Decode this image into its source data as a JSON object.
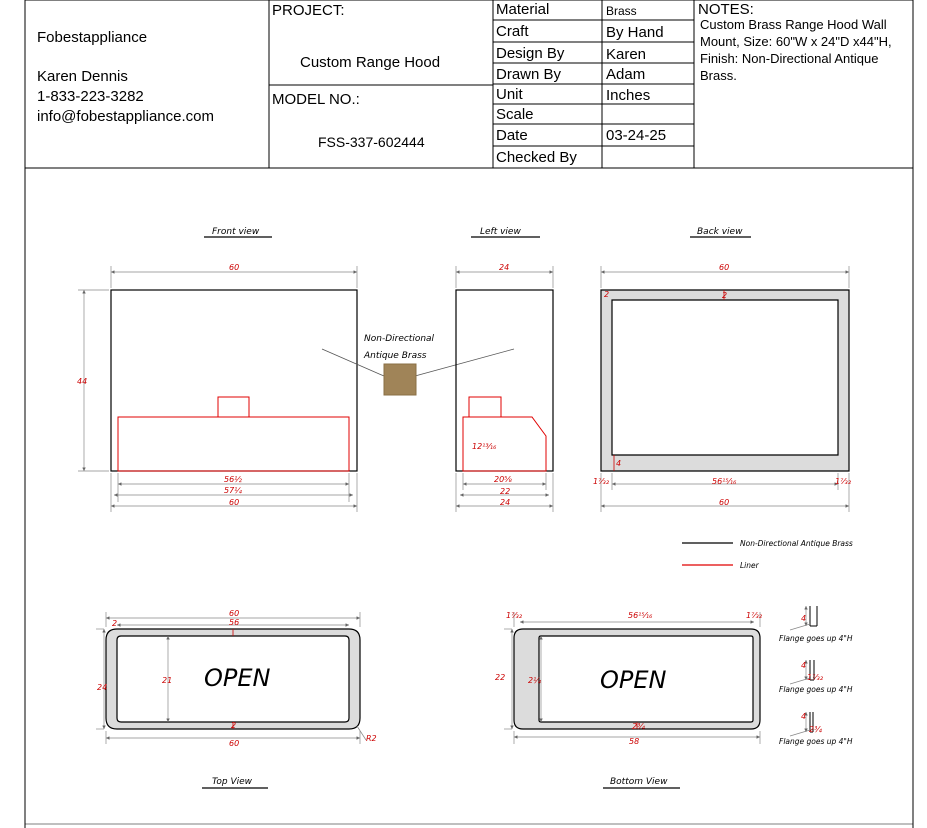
{
  "titleblock": {
    "company": "Fobestappliance",
    "contact_name": "Karen Dennis",
    "phone": "1-833-223-3282",
    "email": "info@fobestappliance.com",
    "project_label": "PROJECT:",
    "project_value": "Custom Range Hood",
    "model_label": "MODEL NO.:",
    "model_value": "FSS-337-602444",
    "rows": [
      {
        "label": "Material",
        "value": "Brass"
      },
      {
        "label": "Craft",
        "value": "By Hand"
      },
      {
        "label": "Design By",
        "value": "Karen"
      },
      {
        "label": "Drawn By",
        "value": "Adam"
      },
      {
        "label": "Unit",
        "value": "Inches"
      },
      {
        "label": "Scale",
        "value": ""
      },
      {
        "label": "Date",
        "value": "03-24-25"
      },
      {
        "label": "Checked By",
        "value": ""
      }
    ],
    "notes_label": "NOTES:",
    "notes_lines": [
      "Custom Brass Range Hood Wall",
      "Mount, Size: 60\"W x 24\"D x44\"H,",
      "Finish: Non-Directional Antique",
      "Brass."
    ]
  },
  "views": {
    "front": "Front view",
    "left": "Left view",
    "back": "Back view",
    "top": "Top View",
    "bottom": "Bottom View"
  },
  "material_callout": [
    "Non-Directional",
    "Antique Brass"
  ],
  "swatch_color": "#a08458",
  "legend": [
    {
      "label": "Non-Directional  Antique Brass",
      "color": "#000000"
    },
    {
      "label": "Liner",
      "color": "#e00000"
    }
  ],
  "front": {
    "width": "60",
    "height": "44",
    "liner_width": "56½",
    "inner_width": "57¼",
    "outer_width": "60"
  },
  "left": {
    "depth": "24",
    "liner_height": "12¹³⁄₁₆",
    "liner_depth": "20⅝",
    "inner_depth": "22",
    "outer_depth": "24"
  },
  "back": {
    "width": "60",
    "wall_left": "2",
    "wall_top": "2",
    "bottom_h": "4",
    "left_edge": "1⁷⁄₃₂",
    "inner": "56¹⁵⁄₁₆",
    "right_edge": "1⁷⁄₃₂",
    "outer": "60"
  },
  "top": {
    "outer_width": "60",
    "inner_width": "56",
    "wall": "2",
    "depth": "24",
    "inner_depth": "21",
    "opening": "OPEN",
    "wall_bottom": "2",
    "bottom_width": "60",
    "radius": "R2"
  },
  "bottom": {
    "left_edge": "1⁷⁄₃₂",
    "width_top": "56¹⁵⁄₁₆",
    "right_edge": "1⁷⁄₃₂",
    "depth": "22",
    "inner_depth": "2¼",
    "opening": "OPEN",
    "wall": "2¾",
    "bottom_width": "58"
  },
  "flanges": [
    {
      "a": "4",
      "b": "",
      "label": "Flange goes up 4\"H"
    },
    {
      "a": "4",
      "b": "1⁷⁄₃₂",
      "label": "Flange goes up 4\"H"
    },
    {
      "a": "4",
      "b": "2¾",
      "label": "Flange goes up 4\"H"
    }
  ]
}
